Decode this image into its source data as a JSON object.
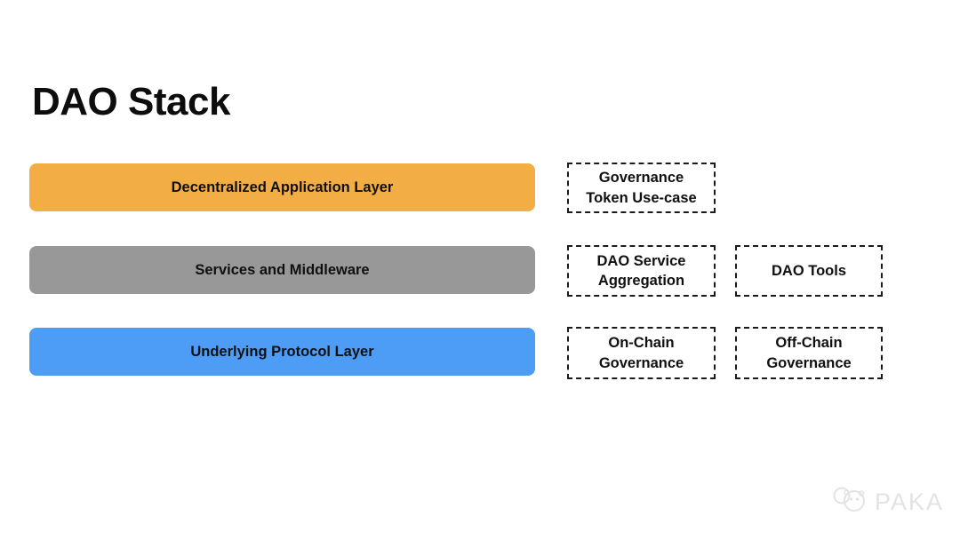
{
  "title": "DAO Stack",
  "layers": [
    {
      "label": "Decentralized Application Layer",
      "color": "#F2AE45"
    },
    {
      "label": "Services and Middleware",
      "color": "#989898"
    },
    {
      "label": "Underlying Protocol Layer",
      "color": "#4D9DF6"
    }
  ],
  "boxes": [
    {
      "label": "Governance\nToken Use-case"
    },
    {
      "label": "DAO Service\nAggregation"
    },
    {
      "label": "DAO Tools"
    },
    {
      "label": "On-Chain\nGovernance"
    },
    {
      "label": "Off-Chain\nGovernance"
    }
  ],
  "watermark": {
    "label": "PAKA",
    "icon": "panda-logo-icon",
    "color": "#e3e3e3"
  }
}
